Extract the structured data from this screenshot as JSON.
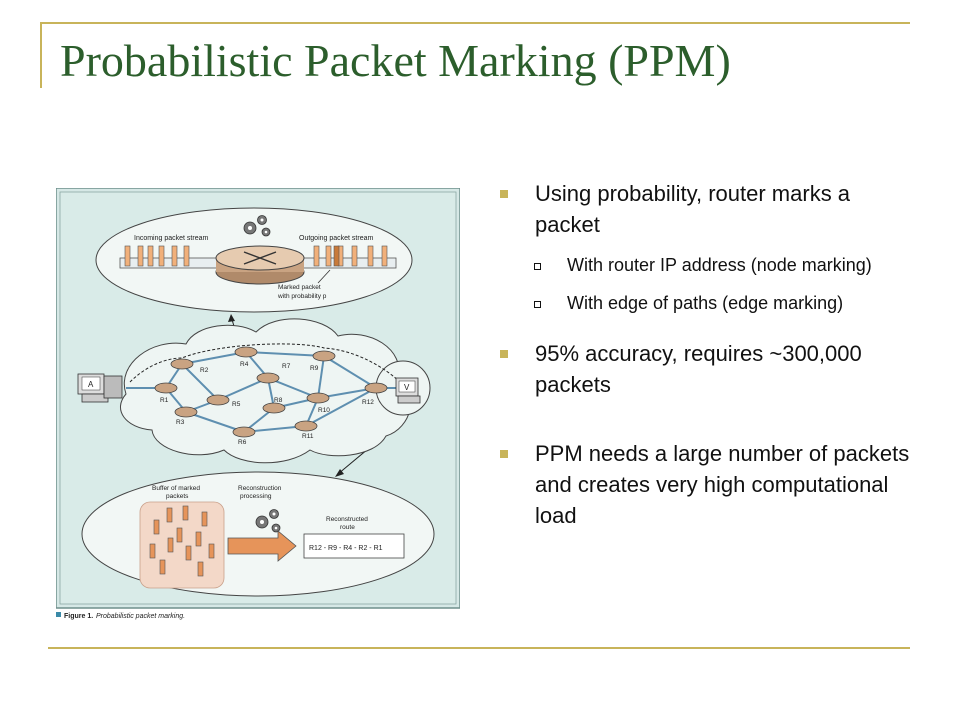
{
  "slide": {
    "title": "Probabilistic Packet Marking (PPM)",
    "accent_color": "#c8b45a",
    "title_color": "#2c5e2c"
  },
  "bullets": [
    {
      "text": "Using probability, router marks a packet",
      "sub": [
        "With router IP address (node marking)",
        "With edge of paths (edge marking)"
      ]
    },
    {
      "text": "95% accuracy, requires ~300,000 packets",
      "sub": []
    },
    {
      "text": "PPM needs a large number of packets and creates very high computational load",
      "sub": []
    }
  ],
  "figure": {
    "caption_label": "Figure 1.",
    "caption_text": "Probabilistic packet marking.",
    "top_panel": {
      "incoming_label": "Incoming packet stream",
      "outgoing_label": "Outgoing packet stream",
      "marked_label_1": "Marked packet",
      "marked_label_2": "with probability p"
    },
    "network": {
      "host_a": "A",
      "host_v": "V",
      "routers": [
        "R1",
        "R2",
        "R3",
        "R4",
        "R5",
        "R6",
        "R7",
        "R8",
        "R9",
        "R10",
        "R11",
        "R12"
      ]
    },
    "bottom_panel": {
      "buffer_label_1": "Buffer of marked",
      "buffer_label_2": "packets",
      "recon_label_1": "Reconstruction",
      "recon_label_2": "processing",
      "route_label_1": "Reconstructed",
      "route_label_2": "route",
      "route": "R12 - R9 - R4 - R2 - R1"
    }
  }
}
